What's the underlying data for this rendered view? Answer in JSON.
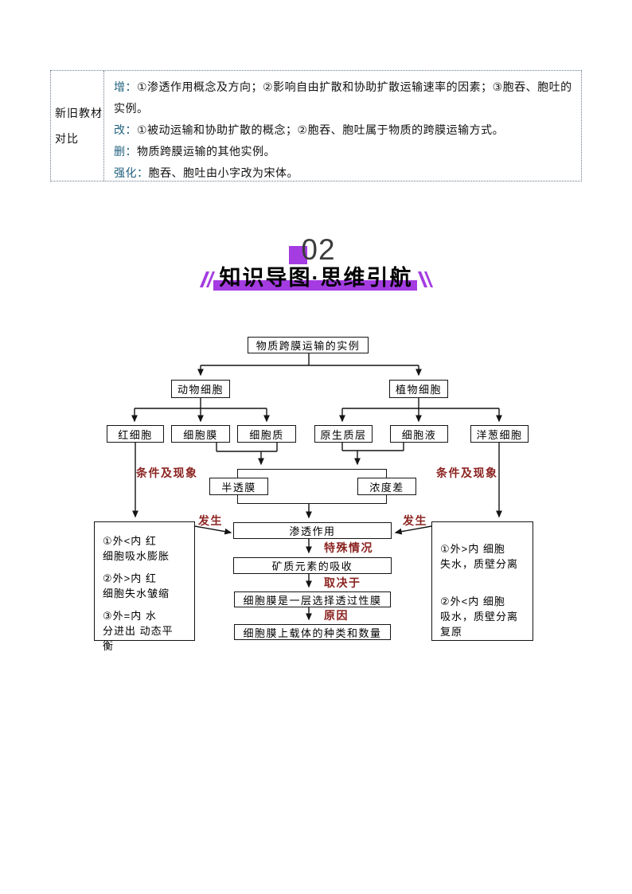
{
  "table": {
    "row_header": "新旧教材对比",
    "items": [
      {
        "label": "增：",
        "text": "①渗透作用概念及方向；②影响自由扩散和协助扩散运输速率的因素；③胞吞、胞吐的实例。"
      },
      {
        "label": "改：",
        "text": "①被动运输和协助扩散的概念；②胞吞、胞吐属于物质的跨膜运输方式。"
      },
      {
        "label": "删：",
        "text": "物质跨膜运输的其他实例。"
      },
      {
        "label": "强化：",
        "text": "胞吞、胞吐由小字改为宋体。"
      }
    ]
  },
  "section": {
    "number": "02",
    "title": "知识导图·思维引航"
  },
  "flowchart": {
    "nodes": {
      "root": "物质跨膜运输的实例",
      "animal_cell": "动物细胞",
      "plant_cell": "植物细胞",
      "red_blood_cell": "红细胞",
      "cell_membrane": "细胞膜",
      "cytoplasm": "细胞质",
      "protoplast_layer": "原生质层",
      "cell_sap": "细胞液",
      "onion_cell": "洋葱细胞",
      "semipermeable_membrane": "半透膜",
      "concentration_difference": "浓度差",
      "osmosis": "渗透作用",
      "mineral_absorption": "矿质元素的吸收",
      "selective_membrane": "细胞膜是一层选择透过性膜",
      "carrier_types": "细胞膜上载体的种类和数量"
    },
    "left_box": {
      "items": [
        "①外<内 红\n细胞吸水膨胀",
        "②外>内 红\n细胞失水皱缩",
        "③外=内 水\n分进出 动态平\n衡"
      ]
    },
    "right_box": {
      "items": [
        "①外>内 细胞\n失水，质壁分离",
        "②外<内 细胞\n吸水，质壁分离\n复原"
      ]
    },
    "edge_labels": {
      "left_condition": "条件及现象",
      "right_condition": "条件及现象",
      "left_occur": "发生",
      "right_occur": "发生",
      "special_case": "特殊情况",
      "depends_on": "取决于",
      "reason": "原因"
    }
  },
  "colors": {
    "accent_purple": "#A43CE2",
    "table_label_teal": "#1E5F7D",
    "edge_label_red": "#8B2320",
    "number_gray": "#3D3D3D"
  }
}
